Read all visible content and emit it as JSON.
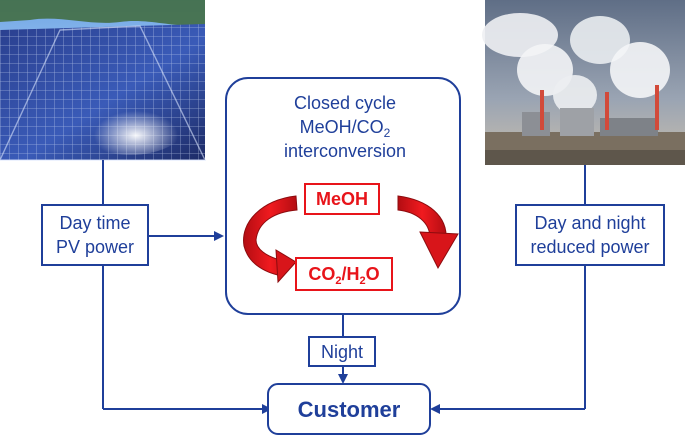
{
  "images": {
    "left_photo": {
      "subject": "solar photovoltaic panels under blue sky"
    },
    "right_photo": {
      "subject": "power plant with cooling towers and smoke plumes"
    }
  },
  "boxes": {
    "pv": {
      "line1": "Day time",
      "line2": "PV power"
    },
    "cycle": {
      "line1": "Closed cycle",
      "line2_prefix": "MeOH/CO",
      "line2_sub": "2",
      "line3": "interconversion"
    },
    "meoh": {
      "label": "MeOH"
    },
    "co2h2o": {
      "a": "CO",
      "a_sub": "2",
      "slash": "/H",
      "b_sub": "2",
      "b": "O"
    },
    "night": {
      "label": "Night"
    },
    "reduced": {
      "line1": "Day and night",
      "line2": "reduced power"
    },
    "customer": {
      "label": "Customer"
    }
  },
  "colors": {
    "border": "#1f3f9a",
    "text": "#1f3f9a",
    "accent_red": "#e8141a",
    "arrow_red_dark": "#a40d10"
  }
}
